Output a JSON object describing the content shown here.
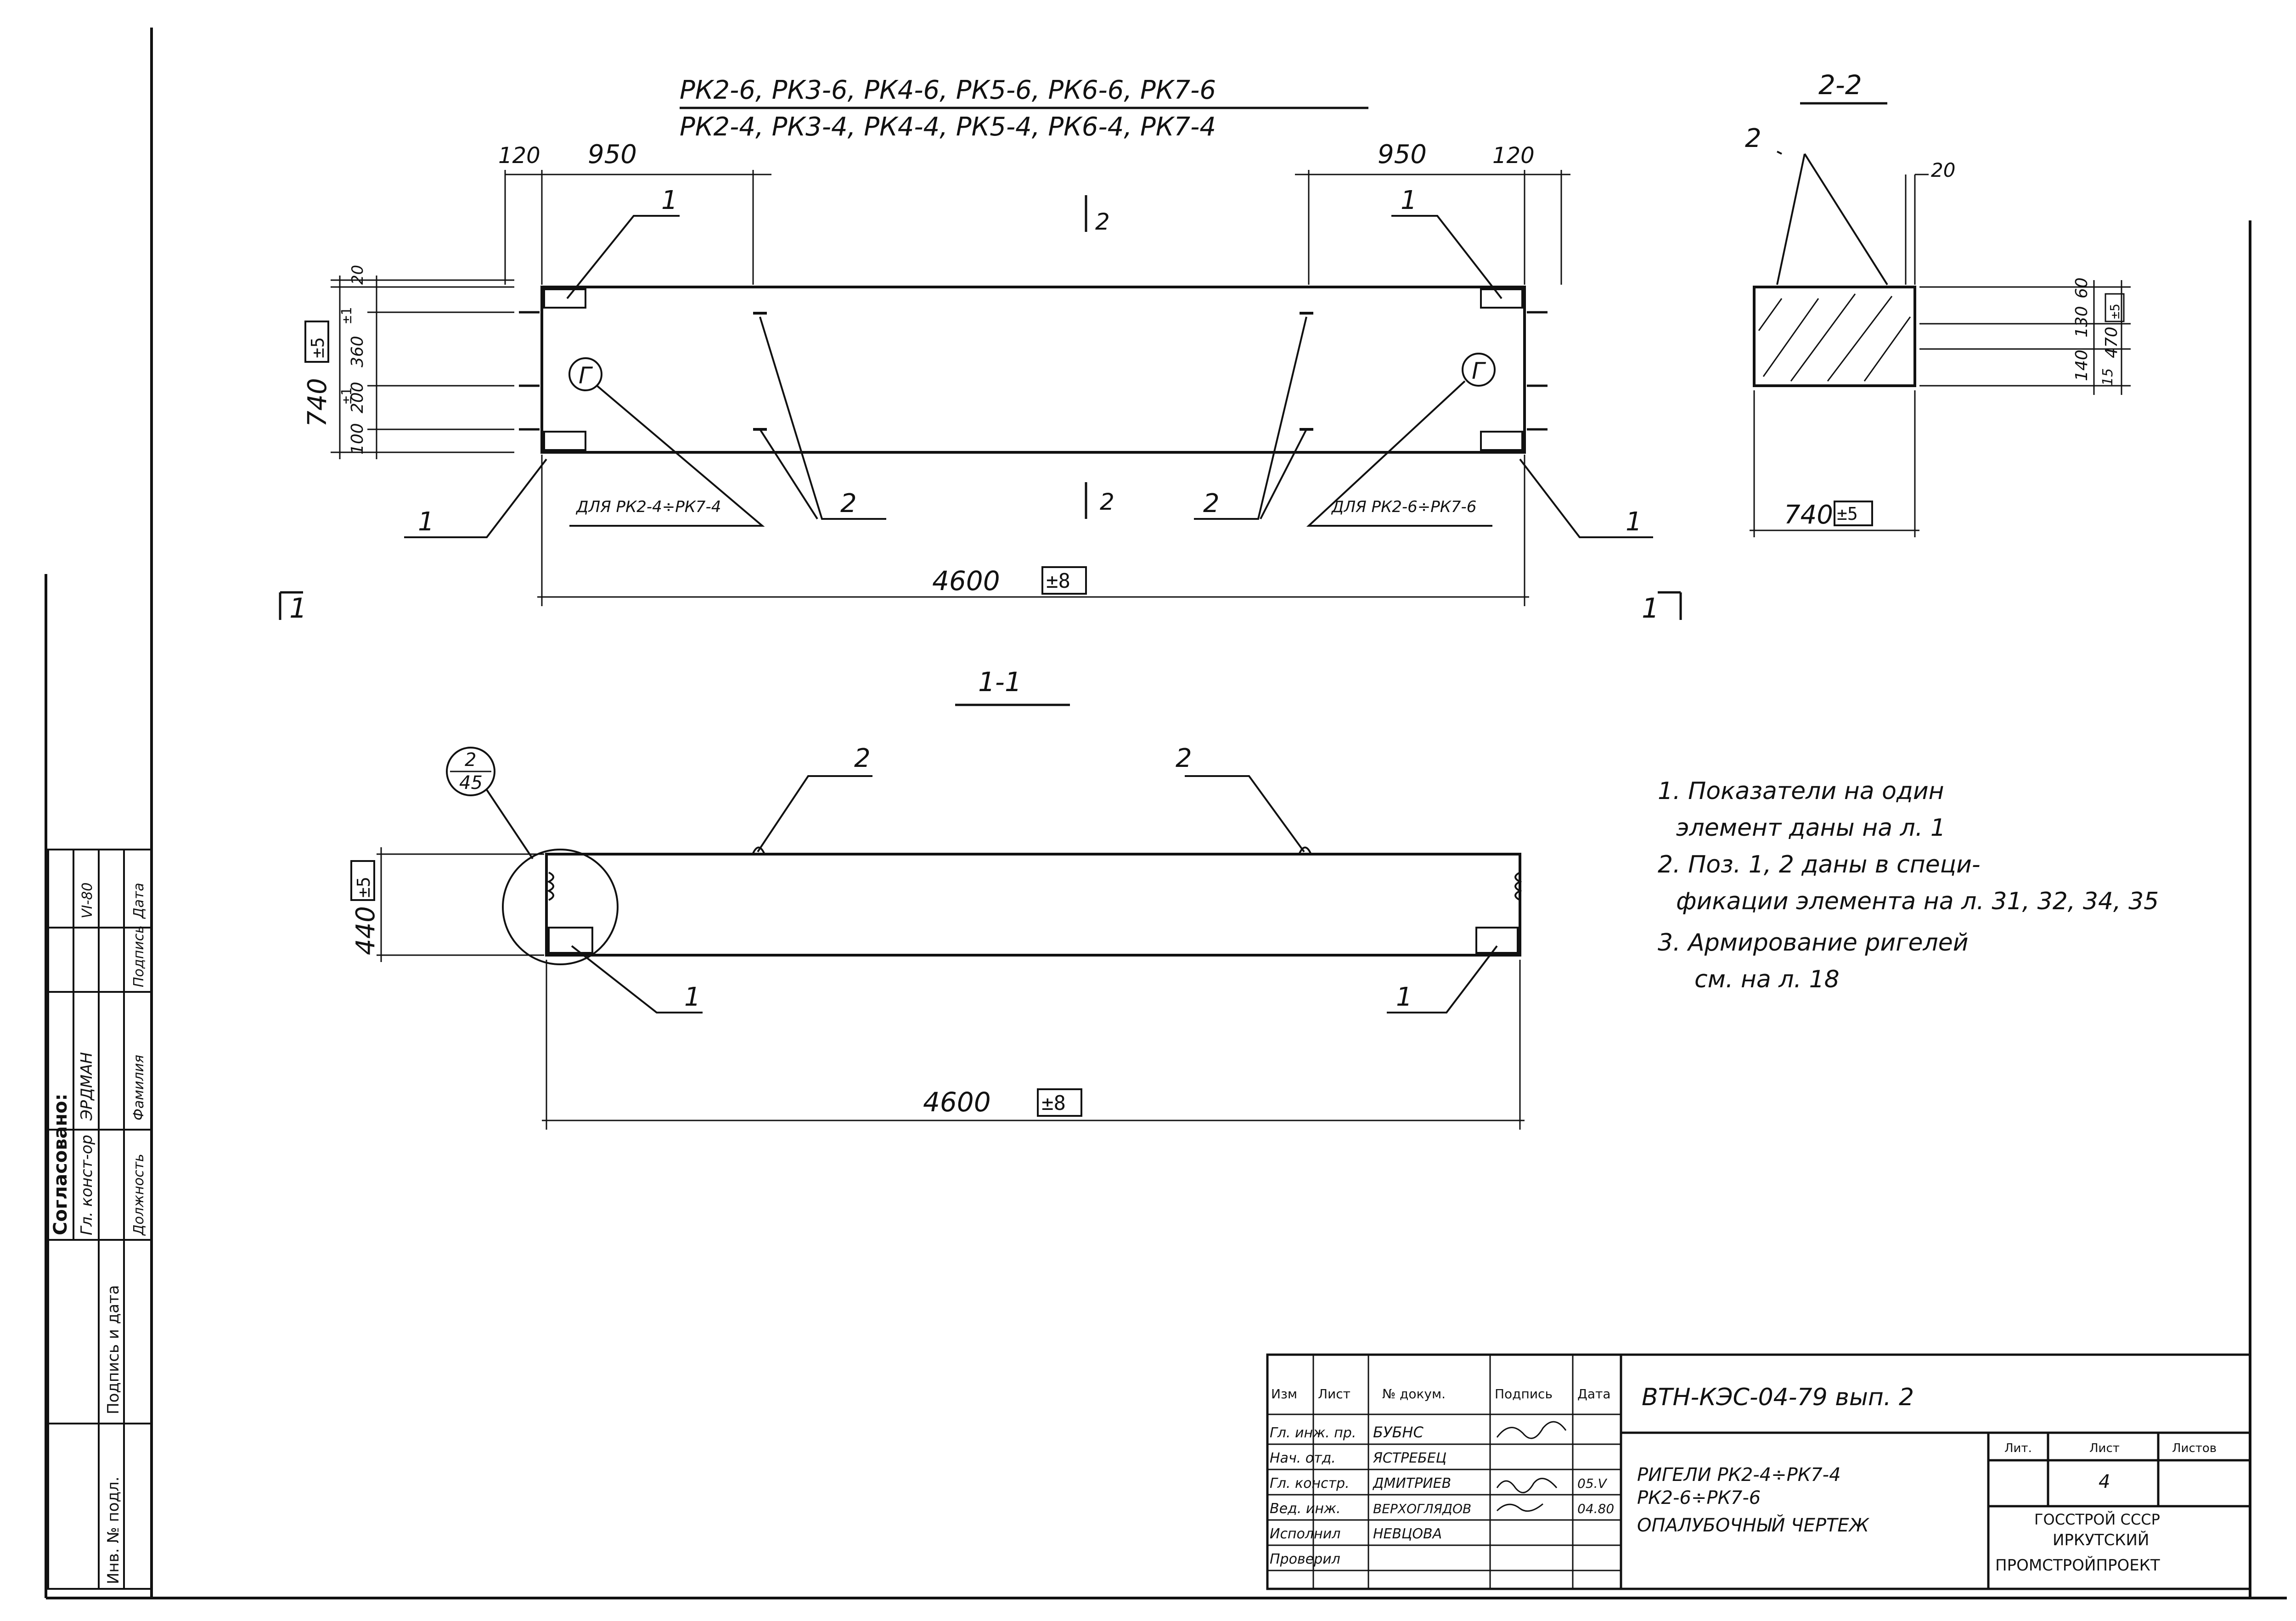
{
  "drawing": {
    "header_line1": "РК2-6, РК3-6, РК4-6, РК5-6, РК6-6, РК7-6",
    "header_line2": "РК2-4, РК3-4, РК4-4, РК5-4, РК6-4, РК7-4",
    "section_2_2_title": "2-2",
    "section_1_1_title": "1-1",
    "section_mark_2": "2",
    "section_mark_1": "1"
  },
  "elevation": {
    "dim_left_120": "120",
    "dim_left_950": "950",
    "dim_right_950": "950",
    "dim_right_120": "120",
    "dim_total": "4600",
    "dim_total_tol": "±8",
    "dim_height": "740",
    "dim_height_tol": "±5",
    "dim_20": "20",
    "dim_360": "360",
    "dim_200": "200",
    "dim_100": "100",
    "dim_tol_1a": "±1",
    "dim_tol_1b": "±1",
    "callout_1": "1",
    "callout_2": "2",
    "node_label": "Г",
    "note_left": "ДЛЯ РК2-4÷РК7-4",
    "note_right": "ДЛЯ РК2-6÷РК7-6"
  },
  "section_2_2": {
    "callout_2": "2",
    "dim_20": "20",
    "dim_60": "60",
    "dim_130": "130",
    "dim_140": "140",
    "dim_15": "15",
    "dim_470": "470",
    "dim_470_tol": "±5",
    "dim_width": "740",
    "dim_width_tol": "±5"
  },
  "section_1_1": {
    "node_top": "2",
    "node_bottom": "45",
    "dim_height": "440",
    "dim_height_tol": "±5",
    "dim_total": "4600",
    "dim_total_tol": "±8",
    "callout_1": "1",
    "callout_2": "2"
  },
  "notes": [
    "1. Показатели на один",
    "элемент даны на л. 1",
    "2. Поз. 1, 2 даны в специ-",
    "фикации элемента на л. 31, 32, 34, 35",
    "3. Армирование ригелей",
    "см. на л. 18"
  ],
  "approval": {
    "title": "Согласовано:",
    "role_1": "Гл. конст-ор",
    "name_1": "ЭРДМАН",
    "date_1": "VI-80",
    "col_position": "Должность",
    "col_surname": "Фамилия",
    "col_signature": "Подпись",
    "col_date": "Дата",
    "inv_no": "Инв. № подл.",
    "sign_date": "Подпись и дата"
  },
  "title_block": {
    "doc_code": "ВТН-КЭС-04-79  вып. 2",
    "h_change": "Изм",
    "h_sheet": "Лист",
    "h_doc_no": "№ докум.",
    "h_sign": "Подпись",
    "h_date": "Дата",
    "roles": [
      "Гл. инж. пр.",
      "Нач. отд.",
      "Гл. констр.",
      "Вед. инж.",
      "Исполнил",
      "Проверил"
    ],
    "names": [
      "БУБНС",
      "ЯСТРЕБЕЦ",
      "ДМИТРИЕВ",
      "ВЕРХОГЛЯДОВ",
      "НЕВЦОВА",
      ""
    ],
    "dates": [
      "",
      "",
      "05.V",
      "04.80",
      "",
      ""
    ],
    "title_line1": "РИГЕЛИ РК2-4÷РК7-4",
    "title_line2": "РК2-6÷РК7-6",
    "title_line3": "ОПАЛУБОЧНЫЙ ЧЕРТЕЖ",
    "h_stage": "Лит.",
    "h_sheet2": "Лист",
    "h_sheets": "Листов",
    "sheet_no": "4",
    "org_line1": "ГОССТРОЙ СССР",
    "org_line2": "ИРКУТСКИЙ",
    "org_line3": "ПРОМСТРОЙПРОЕКТ"
  }
}
